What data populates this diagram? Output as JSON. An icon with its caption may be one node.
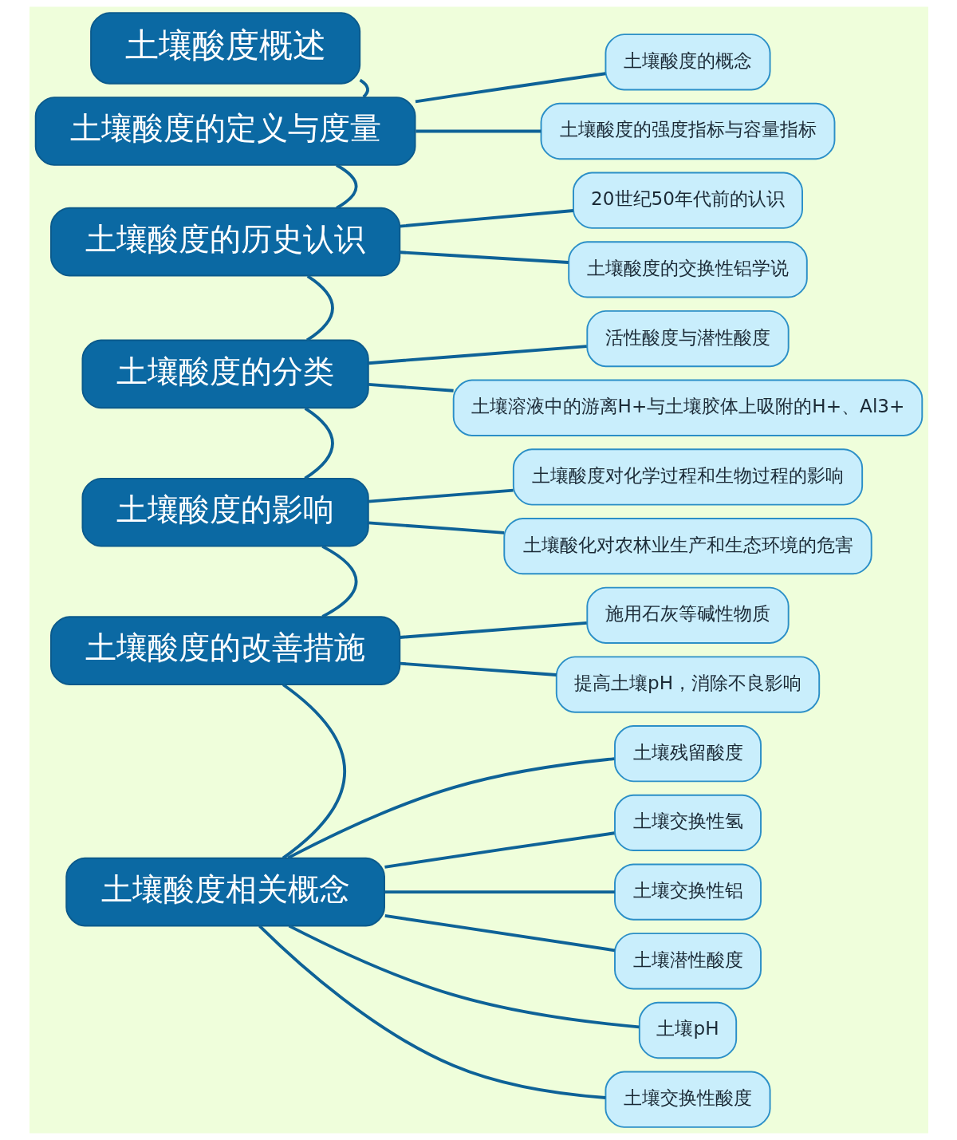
{
  "diagram": {
    "nodes": [
      {
        "text": [
          "土壤酸度概述"
        ]
      },
      {
        "text": [
          "土壤酸度的定义与度量"
        ]
      },
      {
        "text": [
          "土壤酸度的概念"
        ]
      },
      {
        "text": [
          "土壤酸度的强度指标与容量指标"
        ]
      },
      {
        "text": [
          "土壤酸度的历史认识"
        ]
      },
      {
        "text": [
          "20世纪50年代前的认识"
        ]
      },
      {
        "text": [
          "土壤酸度的交换性铝学说"
        ]
      },
      {
        "text": [
          "土壤酸度的分类"
        ]
      },
      {
        "text": [
          "活性酸度与潜性酸度"
        ]
      },
      {
        "text": [
          "土壤溶液中的游离H+与土壤胶体上吸附的H+、Al3+"
        ]
      },
      {
        "text": [
          "土壤酸度的影响"
        ]
      },
      {
        "text": [
          "土壤酸度对化学过程和生物过程的影响"
        ]
      },
      {
        "text": [
          "土壤酸化对农林业生产和生态环境的危害"
        ]
      },
      {
        "text": [
          "土壤酸度的改善措施"
        ]
      },
      {
        "text": [
          "施用石灰等碱性物质"
        ]
      },
      {
        "text": [
          "提高土壤pH，消除不良影响"
        ]
      },
      {
        "text": [
          "土壤酸度相关概念"
        ]
      },
      {
        "text": [
          "土壤残留酸度"
        ]
      },
      {
        "text": [
          "土壤交换性氢"
        ]
      },
      {
        "text": [
          "土壤交换性铝"
        ]
      },
      {
        "text": [
          "土壤潜性酸度"
        ]
      },
      {
        "text": [
          "土壤pH"
        ]
      },
      {
        "text": [
          "土壤交换性酸度"
        ]
      }
    ],
    "edges": [
      {
        "from": 0,
        "to": 1,
        "arrow": "none"
      },
      {
        "from": 1,
        "to": 2,
        "arrow": "none"
      },
      {
        "from": 1,
        "to": 3,
        "arrow": "none"
      },
      {
        "from": 1,
        "to": 4,
        "arrow": "none"
      },
      {
        "from": 4,
        "to": 5,
        "arrow": "none"
      },
      {
        "from": 4,
        "to": 6,
        "arrow": "none"
      },
      {
        "from": 4,
        "to": 7,
        "arrow": "none"
      },
      {
        "from": 7,
        "to": 8,
        "arrow": "none"
      },
      {
        "from": 7,
        "to": 9,
        "arrow": "none"
      },
      {
        "from": 7,
        "to": 10,
        "arrow": "none"
      },
      {
        "from": 10,
        "to": 11,
        "arrow": "none"
      },
      {
        "from": 10,
        "to": 12,
        "arrow": "none"
      },
      {
        "from": 10,
        "to": 13,
        "arrow": "none"
      },
      {
        "from": 13,
        "to": 14,
        "arrow": "none"
      },
      {
        "from": 13,
        "to": 15,
        "arrow": "none"
      },
      {
        "from": 13,
        "to": 16,
        "arrow": "none"
      },
      {
        "from": 16,
        "to": 17,
        "arrow": "none"
      },
      {
        "from": 16,
        "to": 18,
        "arrow": "none"
      },
      {
        "from": 16,
        "to": 19,
        "arrow": "none"
      },
      {
        "from": 16,
        "to": 20,
        "arrow": "none"
      },
      {
        "from": 16,
        "to": 21,
        "arrow": "none"
      },
      {
        "from": 16,
        "to": 22,
        "arrow": "none"
      }
    ]
  }
}
